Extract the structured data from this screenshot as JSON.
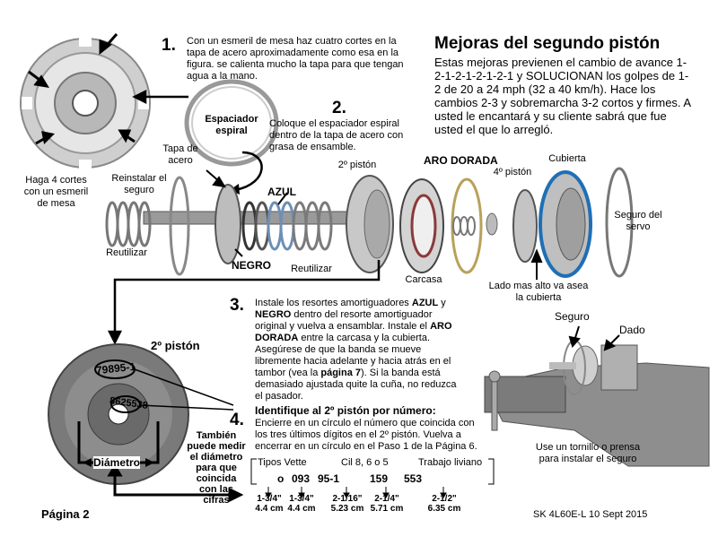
{
  "title": "Mejoras del segundo pistón",
  "intro": "Estas mejoras previenen el cambio de avance 1-2-1-2-1-2-1-2-1 y SOLUCIONAN los golpes de 1-2 de 20 a 24 mph (32 a 40 km/h). Hace los cambios 2-3 y sobremarcha 3-2 cortos y firmes. A usted le encantará y su cliente sabrá que fue usted el que lo arregló.",
  "steps": {
    "s1": {
      "num": "1.",
      "text": "Con un esmeril de mesa haz cuatro cortes en la tapa de acero aproximadamente como esa en la figura.  se calienta mucho la tapa para que tengan agua a la mano."
    },
    "s2": {
      "num": "2.",
      "text": "Coloque el espaciador espiral dentro de la tapa de acero con grasa de ensamble."
    },
    "s3": {
      "num": "3.",
      "p1": "Instale los resortes amortiguadores ",
      "azul": "AZUL",
      "p2": " y ",
      "negro": "NEGRO",
      "p3": " dentro del resorte amortiguador original y vuelva a ensamblar. Instale el ",
      "aro": "ARO DORADA",
      "p4": " entre la carcasa y la cubierta. Asegúrese de que la banda se mueve libremente hacia adelante y hacia atrás en el tambor (vea la ",
      "pagina": "página 7",
      "p5": "). Si la banda está demasiado ajustada quite la cuña, no reduzca el pasador."
    },
    "s4": {
      "num": "4.",
      "heading": "Identifique al 2º pistón por número:",
      "text": "Encierre en un círculo el número que coincida con los tres últimos dígitos en el 2º pistón. Vuelva a encerrar en un círculo en el Paso 1 de la Página 6."
    }
  },
  "labels": {
    "espaciador": "Espaciador espiral",
    "tapa": "Tapa de acero",
    "haga4": "Haga 4 cortes con un esmeril de mesa",
    "reinstalar": "Reinstalar el seguro",
    "reutilizar1": "Reutilizar",
    "reutilizar2": "Reutilizar",
    "azul": "AZUL",
    "negro": "NEGRO",
    "piston2": "2º pistón",
    "aro_dorada": "ARO DORADA",
    "carcasa": "Carcasa",
    "piston4": "4º pistón",
    "cubierta": "Cubierta",
    "seguro_servo": "Seguro del servo",
    "lado": "Lado mas alto va asea la cubierta",
    "piston2_photo": "2º pistón",
    "diametro": "Diámetro",
    "tambien": "También puede medir el diámetro para que coincida con las cifras",
    "seguro": "Seguro",
    "dado": "Dado",
    "tornillo": "Use un tornillo o prensa para instalar el seguro",
    "pagina": "Página 2",
    "sk": "SK 4L60E-L  10 Sept 2015",
    "num1": "79895-1",
    "num2": "8625538"
  },
  "table": {
    "col_tipos": "Tipos Vette",
    "col_cil": "Cil 8, 6 o 5",
    "col_trabajo": "Trabajo liviano",
    "o": "o",
    "codes": [
      "093",
      "95-1",
      "159",
      "553"
    ],
    "sizes": [
      {
        "in": "1-3/4\"",
        "cm": "4.4 cm"
      },
      {
        "in": "1-3/4\"",
        "cm": "4.4 cm"
      },
      {
        "in": "2-1/16\"",
        "cm": "5.23 cm"
      },
      {
        "in": "2-1/4\"",
        "cm": "5.71 cm"
      },
      {
        "in": "2-1/2\"",
        "cm": "6.35 cm"
      }
    ]
  }
}
